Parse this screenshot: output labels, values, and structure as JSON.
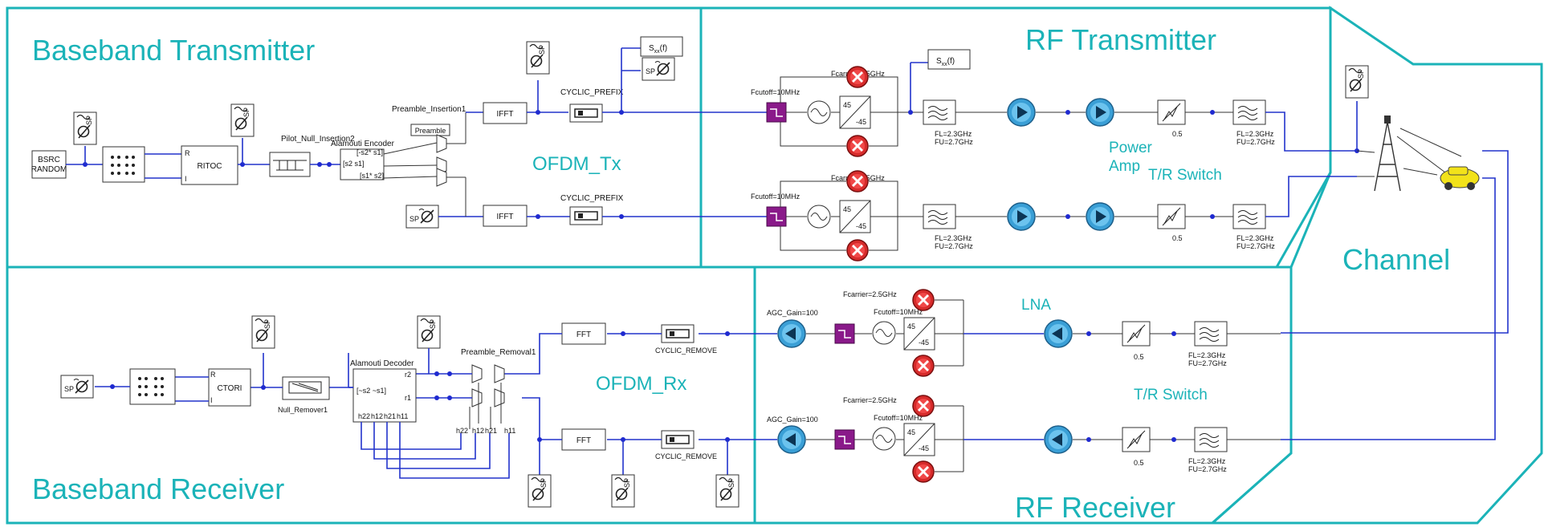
{
  "regions": {
    "baseband_tx": "Baseband Transmitter",
    "rf_tx": "RF Transmitter",
    "baseband_rx": "Baseband Receiver",
    "rf_rx": "RF Receiver",
    "channel": "Channel"
  },
  "groups": {
    "ofdm_tx": "OFDM_Tx",
    "ofdm_rx": "OFDM_Rx",
    "power_amp_l1": "Power",
    "power_amp_l2": "Amp",
    "tr_switch_tx": "T/R Switch",
    "lna": "LNA",
    "tr_switch_rx": "T/R Switch"
  },
  "blocks": {
    "bsrc_l1": "BSRC",
    "bsrc_l2": "RANDOM",
    "ritoc": "RITOC",
    "pilot": "Pilot_Null_Insertion2",
    "alamouti_enc": "Alamouti Encoder",
    "enc_p1": "[-s2* s1]",
    "enc_p2": "[s2 s1]",
    "enc_p3": "[s1* s2]",
    "preamble": "Preamble",
    "preamble_ins": "Preamble_Insertion1",
    "ifft": "IFFT",
    "cyclic_prefix": "CYCLIC_PREFIX",
    "sxx": "S",
    "sxx_sub": "xx",
    "sxx_arg": "(f)",
    "sp": "SP",
    "fcarrier": "Fcarrier=2.5GHz",
    "fcutoff": "Fcutoff=10MHz",
    "ph_pos": "45",
    "ph_neg": "-45",
    "fl": "FL=2.3GHz",
    "fu": "FU=2.7GHz",
    "att": "0.5",
    "agc": "AGC_Gain=100",
    "fft": "FFT",
    "cyclic_remove": "CYCLIC_REMOVE",
    "preamble_rem": "Preamble_Removal1",
    "alamouti_dec": "Alamouti Decoder",
    "dec_p": "[~s2 ~s1]",
    "r2": "r2",
    "r1": "r1",
    "h22": "h22",
    "h12": "h12",
    "h21": "h21",
    "h11": "h11",
    "ctori": "CTORI",
    "null_remover": "Null_Remover1",
    "port_r": "R",
    "port_i": "I"
  },
  "colors": {
    "region": "#1bb3b8",
    "wire": "#2233cc",
    "amp": "#3a9fd6",
    "mixer": "#d62b2b",
    "filter_violet": "#8a1a8a"
  }
}
